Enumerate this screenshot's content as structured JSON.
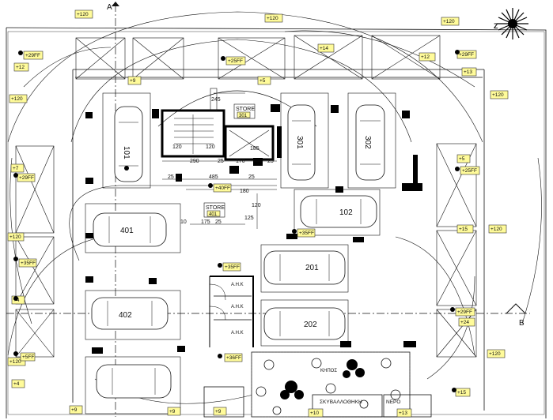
{
  "section_markers": {
    "a": "A",
    "b": "B"
  },
  "north_arrow_label": "Z",
  "levels": {
    "l1": "+120",
    "l2": "+120",
    "l3": "+120",
    "l4": "+29FF",
    "l5": "+12",
    "l6": "+25FF",
    "l7": "+14",
    "l8": "+12",
    "l9": "+29FF",
    "l10": "+13",
    "l11": "+9",
    "l12": "+5",
    "l13": "+120",
    "l14": "+120",
    "l15": "+7",
    "l16": "+29FF",
    "l17": "+5",
    "l18": "+25FF",
    "l19": "+40FF",
    "l20": "+35FF",
    "l21": "+120",
    "l22": "+15",
    "l23": "+120",
    "l24": "+35FF",
    "l25": "+35FF",
    "l26": "+4",
    "l27": "+29FF",
    "l28": "+24",
    "l29": "+120",
    "l30": "+120",
    "l31": "+5FF",
    "l32": "+36FF",
    "l33": "+15",
    "l34": "+4",
    "l35": "+9",
    "l36": "+9",
    "l37": "+9",
    "l38": "+10",
    "l39": "+13"
  },
  "store_labels": {
    "upper": "STORE",
    "upper_num": "301",
    "lower": "STORE",
    "lower_num": "401"
  },
  "dimensions": {
    "d245": "245",
    "d120a": "120",
    "d120b": "120",
    "d290": "290",
    "d170": "170",
    "d185": "185",
    "d25a": "25",
    "d25b": "25",
    "d25c": "25",
    "d485": "485",
    "d180": "180",
    "d25d": "25",
    "d120c": "120",
    "d125": "125",
    "d175": "175",
    "d25e": "25",
    "d10": "10"
  },
  "parking_spaces": {
    "p101": "101",
    "p301": "301",
    "p302": "302",
    "p401": "401",
    "p102": "102",
    "p201": "201",
    "p402": "402",
    "p202": "202"
  },
  "rooms": {
    "ahk1": "Α.Η.Κ",
    "ahk2": "Α.Η.Κ",
    "ahk3": "Α.Η.Κ",
    "garden": "ΚΗΠΟΣ",
    "rubbish": "ΣΚΥΒΑΛΛΟΘΗΚΗ",
    "water": "ΝΕΡΟ"
  },
  "colors": {
    "label_fill": "#fffb9a",
    "line": "#111111",
    "wall": "#000000"
  }
}
